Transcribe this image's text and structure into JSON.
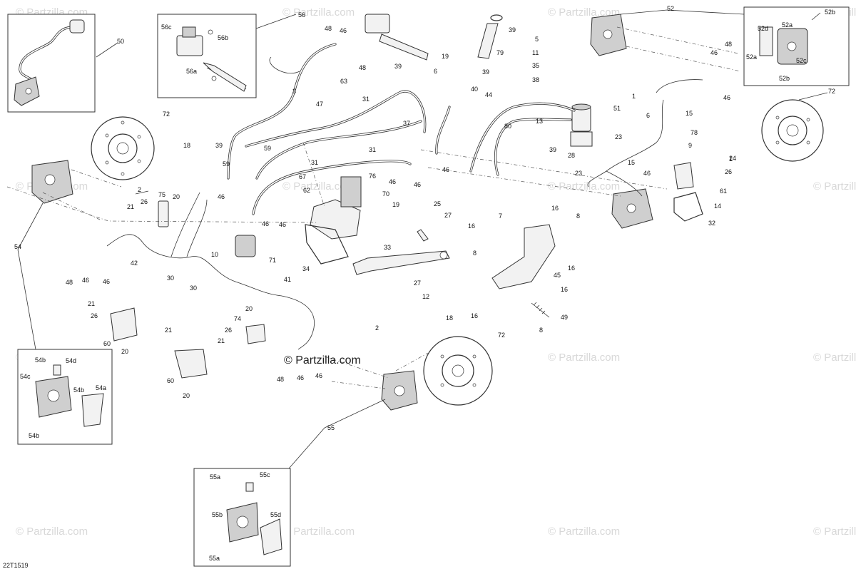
{
  "diagram": {
    "watermark_text": "© Partzilla.com",
    "center_watermark": "© Partzilla.com",
    "diagram_code": "22T1519",
    "callouts": [
      {
        "id": "c50",
        "text": "50"
      },
      {
        "id": "c56",
        "text": "56"
      },
      {
        "id": "c56c",
        "text": "56c"
      },
      {
        "id": "c56b",
        "text": "56b"
      },
      {
        "id": "c56a",
        "text": "56a"
      },
      {
        "id": "c48a",
        "text": "48"
      },
      {
        "id": "c46a",
        "text": "46"
      },
      {
        "id": "c48b",
        "text": "48"
      },
      {
        "id": "c63",
        "text": "63"
      },
      {
        "id": "c39a",
        "text": "39"
      },
      {
        "id": "c79",
        "text": "79"
      },
      {
        "id": "c39b",
        "text": "39"
      },
      {
        "id": "c19a",
        "text": "19"
      },
      {
        "id": "c39c",
        "text": "39"
      },
      {
        "id": "c6a",
        "text": "6"
      },
      {
        "id": "c5",
        "text": "5"
      },
      {
        "id": "c11",
        "text": "11"
      },
      {
        "id": "c35",
        "text": "35"
      },
      {
        "id": "c38",
        "text": "38"
      },
      {
        "id": "c52",
        "text": "52"
      },
      {
        "id": "c52d",
        "text": "52d"
      },
      {
        "id": "c52a",
        "text": "52a"
      },
      {
        "id": "c52b",
        "text": "52b"
      },
      {
        "id": "c52a2",
        "text": "52a"
      },
      {
        "id": "c52c",
        "text": "52c"
      },
      {
        "id": "c52b2",
        "text": "52b"
      },
      {
        "id": "c46b",
        "text": "46"
      },
      {
        "id": "c48c",
        "text": "48"
      },
      {
        "id": "c1",
        "text": "1"
      },
      {
        "id": "c46c",
        "text": "46"
      },
      {
        "id": "c72a",
        "text": "72"
      },
      {
        "id": "c3",
        "text": "3"
      },
      {
        "id": "c47",
        "text": "47"
      },
      {
        "id": "c31a",
        "text": "31"
      },
      {
        "id": "c40",
        "text": "40"
      },
      {
        "id": "c44",
        "text": "44"
      },
      {
        "id": "c51",
        "text": "51"
      },
      {
        "id": "c6b",
        "text": "6"
      },
      {
        "id": "c15a",
        "text": "15"
      },
      {
        "id": "c72b",
        "text": "72"
      },
      {
        "id": "c18a",
        "text": "18"
      },
      {
        "id": "c39d",
        "text": "39"
      },
      {
        "id": "c59a",
        "text": "59"
      },
      {
        "id": "c37",
        "text": "37"
      },
      {
        "id": "c31b",
        "text": "31"
      },
      {
        "id": "c80",
        "text": "80"
      },
      {
        "id": "c13",
        "text": "13"
      },
      {
        "id": "c39e",
        "text": "39"
      },
      {
        "id": "c28",
        "text": "28"
      },
      {
        "id": "c23a",
        "text": "23"
      },
      {
        "id": "c78",
        "text": "78"
      },
      {
        "id": "c9",
        "text": "9"
      },
      {
        "id": "c1b",
        "text": "1"
      },
      {
        "id": "c24",
        "text": "24"
      },
      {
        "id": "c26a",
        "text": "26"
      },
      {
        "id": "c59b",
        "text": "59"
      },
      {
        "id": "c31c",
        "text": "31"
      },
      {
        "id": "c76",
        "text": "76"
      },
      {
        "id": "c46d",
        "text": "46"
      },
      {
        "id": "c46e",
        "text": "46"
      },
      {
        "id": "c46f",
        "text": "46"
      },
      {
        "id": "c23b",
        "text": "23"
      },
      {
        "id": "c15b",
        "text": "15"
      },
      {
        "id": "c46g",
        "text": "46"
      },
      {
        "id": "c61",
        "text": "61"
      },
      {
        "id": "c2a",
        "text": "2"
      },
      {
        "id": "c75",
        "text": "75"
      },
      {
        "id": "c20a",
        "text": "20"
      },
      {
        "id": "c46h",
        "text": "46"
      },
      {
        "id": "c67",
        "text": "67"
      },
      {
        "id": "c62",
        "text": "62"
      },
      {
        "id": "c70",
        "text": "70"
      },
      {
        "id": "c19b",
        "text": "19"
      },
      {
        "id": "c25",
        "text": "25"
      },
      {
        "id": "c14",
        "text": "14"
      },
      {
        "id": "c32",
        "text": "32"
      },
      {
        "id": "c21a",
        "text": "21"
      },
      {
        "id": "c26b",
        "text": "26"
      },
      {
        "id": "c46i",
        "text": "46"
      },
      {
        "id": "c27a",
        "text": "27"
      },
      {
        "id": "c54",
        "text": "54"
      },
      {
        "id": "c10",
        "text": "10"
      },
      {
        "id": "c71",
        "text": "71"
      },
      {
        "id": "c46j",
        "text": "46"
      },
      {
        "id": "c16a",
        "text": "16"
      },
      {
        "id": "c7",
        "text": "7"
      },
      {
        "id": "c16b",
        "text": "16"
      },
      {
        "id": "c8a",
        "text": "8"
      },
      {
        "id": "c33",
        "text": "33"
      },
      {
        "id": "c34",
        "text": "34"
      },
      {
        "id": "c42",
        "text": "42"
      },
      {
        "id": "c8b",
        "text": "8"
      },
      {
        "id": "c16c",
        "text": "16"
      },
      {
        "id": "c45",
        "text": "45"
      },
      {
        "id": "c48d",
        "text": "48"
      },
      {
        "id": "c46k",
        "text": "46"
      },
      {
        "id": "c46l",
        "text": "46"
      },
      {
        "id": "c30a",
        "text": "30"
      },
      {
        "id": "c30b",
        "text": "30"
      },
      {
        "id": "c41",
        "text": "41"
      },
      {
        "id": "c27b",
        "text": "27"
      },
      {
        "id": "c12",
        "text": "12"
      },
      {
        "id": "c16d",
        "text": "16"
      },
      {
        "id": "c21b",
        "text": "21"
      },
      {
        "id": "c26c",
        "text": "26"
      },
      {
        "id": "c16e",
        "text": "16"
      },
      {
        "id": "c49",
        "text": "49"
      },
      {
        "id": "c20b",
        "text": "20"
      },
      {
        "id": "c74",
        "text": "74"
      },
      {
        "id": "c18b",
        "text": "18"
      },
      {
        "id": "c60a",
        "text": "60"
      },
      {
        "id": "c20c",
        "text": "20"
      },
      {
        "id": "c21c",
        "text": "21"
      },
      {
        "id": "c26d",
        "text": "26"
      },
      {
        "id": "c2b",
        "text": "2"
      },
      {
        "id": "c8c",
        "text": "8"
      },
      {
        "id": "c21d",
        "text": "21"
      },
      {
        "id": "c72c",
        "text": "72"
      },
      {
        "id": "c54b",
        "text": "54b"
      },
      {
        "id": "c54d",
        "text": "54d"
      },
      {
        "id": "c54c",
        "text": "54c"
      },
      {
        "id": "c60b",
        "text": "60"
      },
      {
        "id": "c48e",
        "text": "48"
      },
      {
        "id": "c46m",
        "text": "46"
      },
      {
        "id": "c46n",
        "text": "46"
      },
      {
        "id": "c54b2",
        "text": "54b"
      },
      {
        "id": "c54a",
        "text": "54a"
      },
      {
        "id": "c20d",
        "text": "20"
      },
      {
        "id": "c54b3",
        "text": "54b"
      },
      {
        "id": "c55",
        "text": "55"
      },
      {
        "id": "c55a",
        "text": "55a"
      },
      {
        "id": "c55c",
        "text": "55c"
      },
      {
        "id": "c55b",
        "text": "55b"
      },
      {
        "id": "c55d",
        "text": "55d"
      },
      {
        "id": "c55a2",
        "text": "55a"
      }
    ]
  }
}
